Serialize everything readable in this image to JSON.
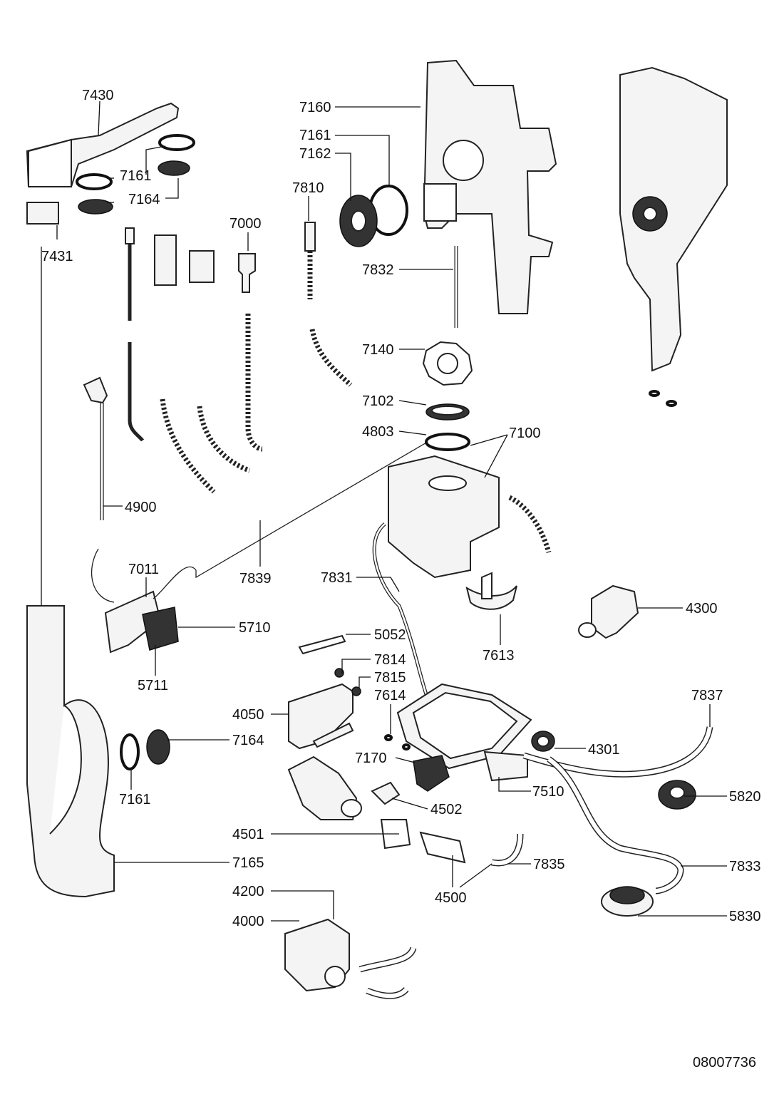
{
  "drawing_code": "08007736",
  "part_labels": {
    "p7430": "7430",
    "p7161a": "7161",
    "p7164a": "7164",
    "p7431": "7431",
    "p7160": "7160",
    "p7161b": "7161",
    "p7162": "7162",
    "p7810": "7810",
    "p7000": "7000",
    "p7832": "7832",
    "p7140": "7140",
    "p7102": "7102",
    "p4803": "4803",
    "p7100": "7100",
    "p4900": "4900",
    "p7011": "7011",
    "p7839": "7839",
    "p7831": "7831",
    "p5710": "5710",
    "p5711": "5711",
    "p4300": "4300",
    "p5052": "5052",
    "p7613": "7613",
    "p7814": "7814",
    "p7815": "7815",
    "p7614": "7614",
    "p7837": "7837",
    "p4050": "4050",
    "p7164b": "7164",
    "p4301": "4301",
    "p7170": "7170",
    "p7161c": "7161",
    "p7510": "7510",
    "p4502": "4502",
    "p5820": "5820",
    "p4501": "4501",
    "p7165": "7165",
    "p7835": "7835",
    "p7833": "7833",
    "p4500": "4500",
    "p4200": "4200",
    "p4000": "4000",
    "p5830": "5830"
  }
}
